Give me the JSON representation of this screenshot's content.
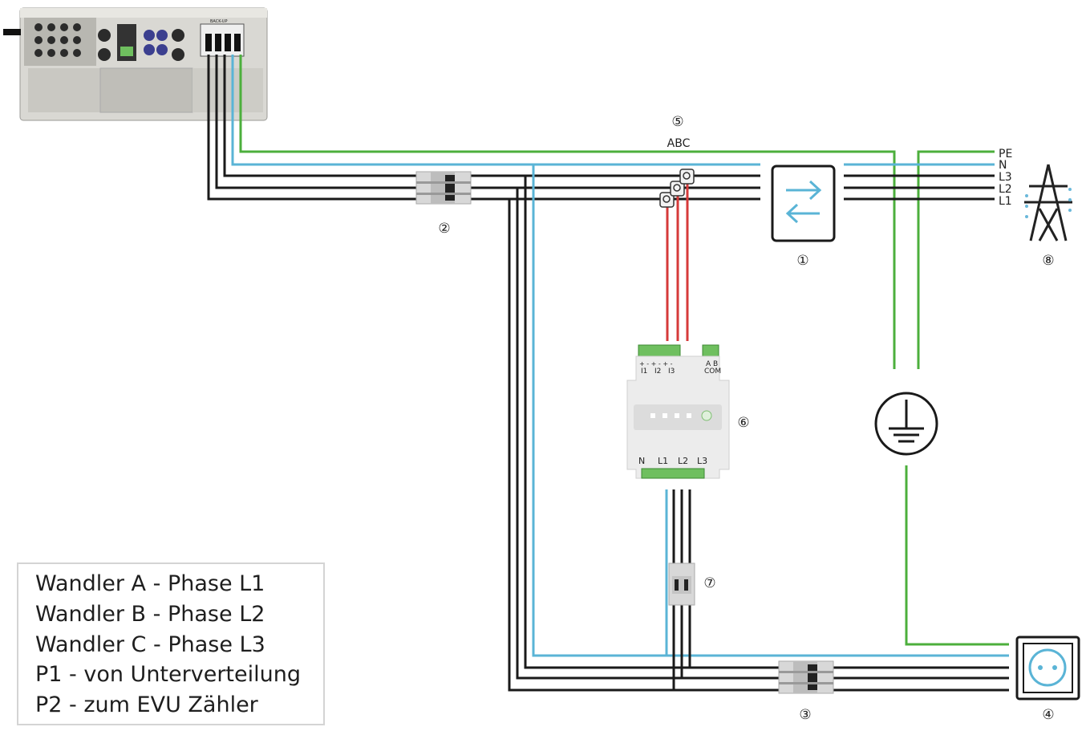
{
  "bus_label": "ABC",
  "grid_lines": [
    "PE",
    "N",
    "L3",
    "L2",
    "L1"
  ],
  "meter": {
    "ct_inputs": [
      "I1",
      "I2",
      "I3"
    ],
    "ct_polarity": "+ -  + -  + -",
    "comm_top": "A B",
    "comm_bottom": "COM",
    "power_terminals": [
      "N",
      "L1",
      "L2",
      "L3"
    ]
  },
  "inverter": {
    "label": "BACK-UP"
  },
  "markers": {
    "m1": "①",
    "m2": "②",
    "m3": "③",
    "m4": "④",
    "m5": "⑤",
    "m6": "⑥",
    "m7": "⑦",
    "m8": "⑧"
  },
  "legend": [
    "Wandler A - Phase L1",
    "Wandler B - Phase L2",
    "Wandler C - Phase L3",
    "P1 - von Unterverteilung",
    "P2 - zum EVU Zähler"
  ],
  "colors": {
    "line": "#1a1a1a",
    "neutral": "#5ab4d6",
    "pe": "#4caf3c",
    "ct_wire": "#d63a3a",
    "terminal": "#6fbf5f"
  }
}
